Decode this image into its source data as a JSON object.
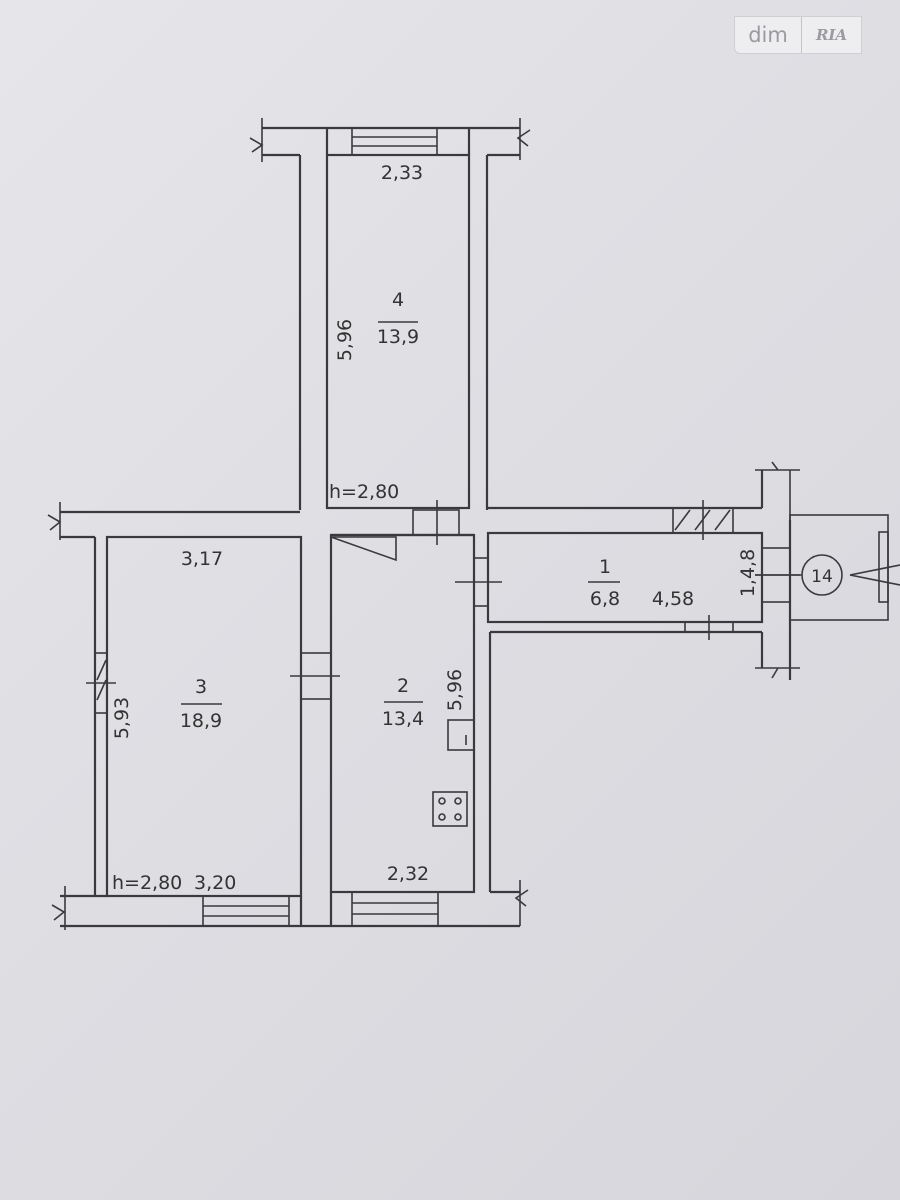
{
  "watermark": {
    "left": "dim",
    "right": "RIA"
  },
  "rooms": [
    {
      "number": "1",
      "area": "6,8"
    },
    {
      "number": "2",
      "area": "13,4"
    },
    {
      "number": "3",
      "area": "18,9"
    },
    {
      "number": "4",
      "area": "13,9"
    }
  ],
  "dimensions": {
    "r4_width": "2,33",
    "r4_length": "5,96",
    "r3_top": "3,17",
    "r3_bottom": "3,20",
    "r3_length": "5,93",
    "r2_bottom": "2,32",
    "r2_length": "5,96",
    "r1_length": "4,58",
    "r1_width": "1,4,8"
  },
  "heights": {
    "upper": "h=2,80",
    "lower": "h=2,80"
  },
  "entrance_marker": "14",
  "colors": {
    "lines": "#3a3a3e",
    "paper": "#e2e2e6"
  }
}
